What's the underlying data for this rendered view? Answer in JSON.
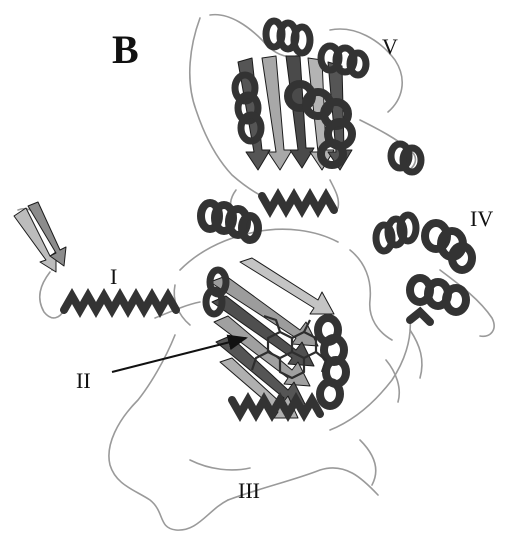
{
  "figure": {
    "panel_letter": "B",
    "domain_labels": {
      "v": "V",
      "iv": "IV",
      "i": "I",
      "ii": "II",
      "iii": "III"
    }
  },
  "colors": {
    "helix": "#3a3a3a",
    "sheet_dark": "#4a4a4a",
    "sheet_light": "#a8a8a8",
    "loop": "#9a9a9a",
    "ribbon_outline": "#1c1c1c",
    "ligand": "#2e2e2e"
  }
}
